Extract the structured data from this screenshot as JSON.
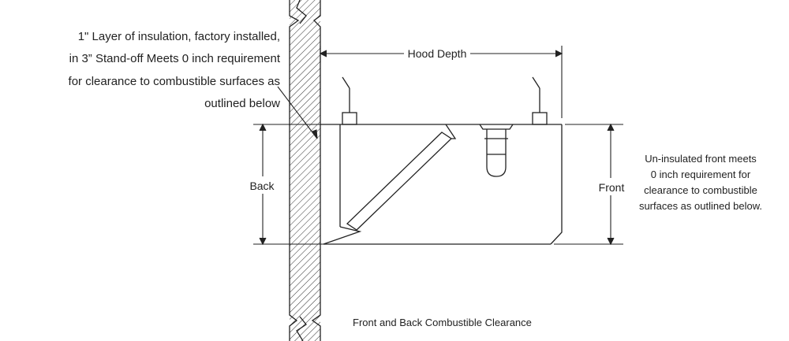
{
  "labels": {
    "insulation_line1": "1\" Layer of insulation, factory installed,",
    "insulation_line2": "in 3” Stand-off Meets 0 inch requirement",
    "insulation_line3": "for clearance to combustible surfaces as",
    "insulation_line4": "outlined below",
    "hood_depth": "Hood Depth",
    "back": "Back",
    "front": "Front",
    "front_note_line1": "Un-insulated front meets",
    "front_note_line2": "0 inch requirement for",
    "front_note_line3": "clearance to combustible",
    "front_note_line4": "surfaces as outlined below.",
    "caption": "Front and Back Combustible Clearance"
  },
  "colors": {
    "line": "#222222",
    "text": "#222222",
    "background": "#ffffff"
  }
}
